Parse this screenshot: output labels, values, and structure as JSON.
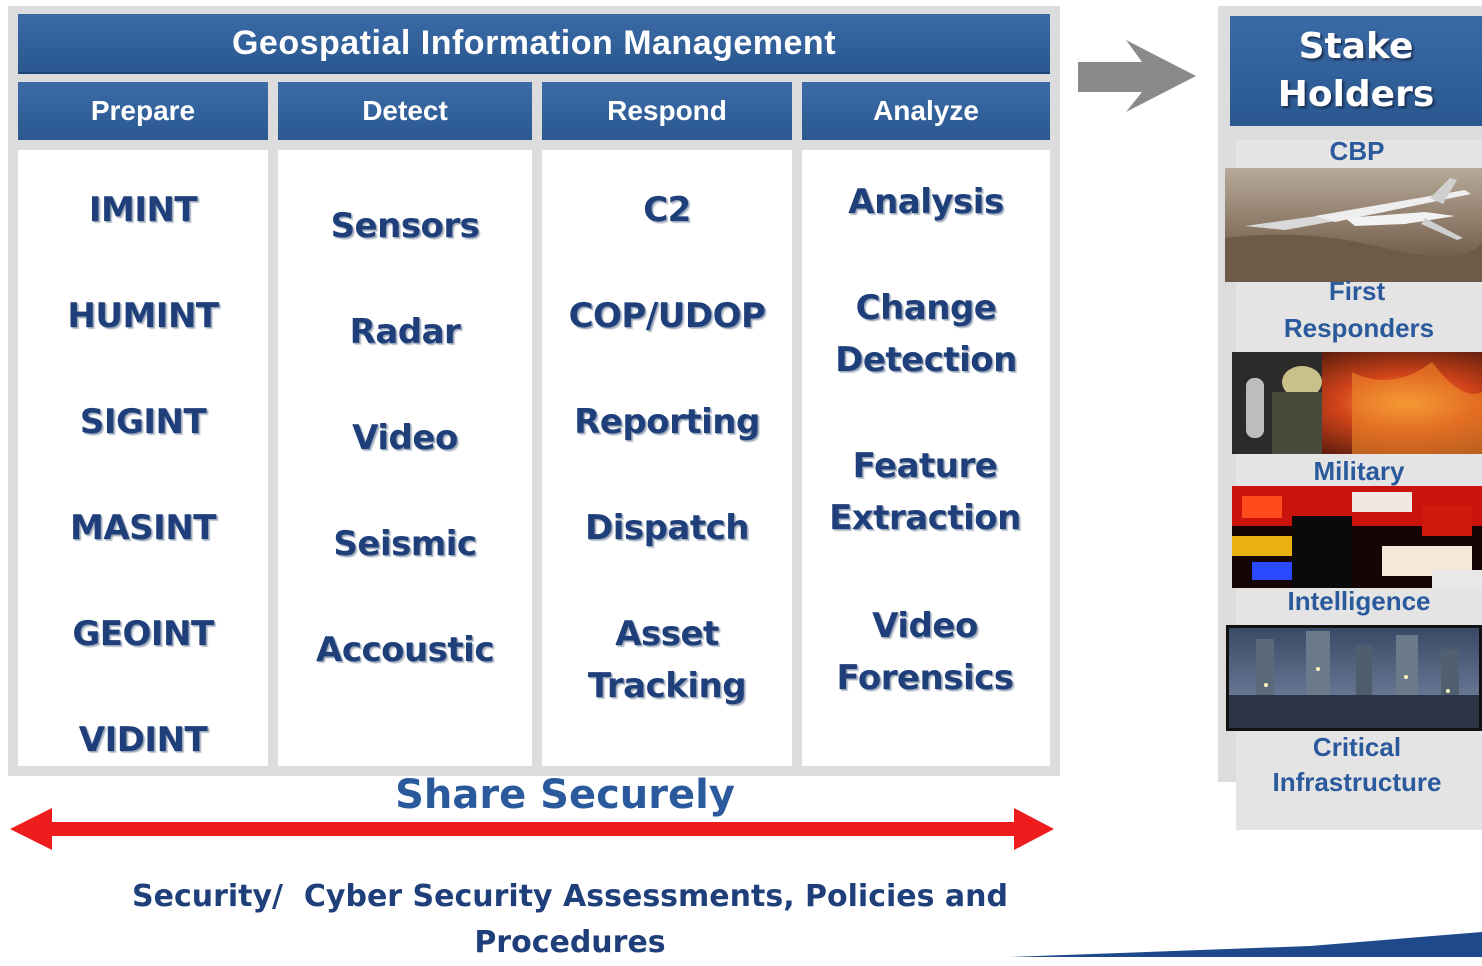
{
  "title": "Geospatial Information Management",
  "phases": [
    {
      "label": "Prepare",
      "items": [
        "IMINT",
        "HUMINT",
        "SIGINT",
        "MASINT",
        "GEOINT",
        "VIDINT"
      ]
    },
    {
      "label": "Detect",
      "items": [
        "Sensors",
        "Radar",
        "Video",
        "Seismic",
        "Accoustic"
      ]
    },
    {
      "label": "Respond",
      "items": [
        "C2",
        "COP/UDOP",
        "Reporting",
        "Dispatch",
        "Asset Tracking"
      ]
    },
    {
      "label": "Analyze",
      "items": [
        "Analysis",
        "Change Detection",
        "Feature Extraction",
        "Video Forensics"
      ]
    }
  ],
  "stakeholders": {
    "title_line1": "Stake",
    "title_line2": "Holders",
    "groups": [
      {
        "label": "CBP",
        "photo": "uav-drone-photo"
      },
      {
        "label_line1": "First",
        "label_line2": "Responders",
        "photo": "firefighter-photo"
      },
      {
        "label": "Military",
        "photo": "soldier-thermal-photo"
      },
      {
        "label": "Intelligence",
        "photo": "refinery-photo"
      },
      {
        "label_line1": "Critical",
        "label_line2": "Infrastructure"
      }
    ]
  },
  "share": {
    "label": "Share Securely",
    "arrow_color": "#ee1c1c"
  },
  "footer": {
    "line1": "Security/  Cyber Security Assessments, Policies and",
    "line2": "Procedures"
  },
  "colors": {
    "header_blue": "#2f5f9a",
    "text_navy": "#1f3f7a",
    "label_blue": "#2a5a9c",
    "connector_gray": "#8a8a8a"
  }
}
